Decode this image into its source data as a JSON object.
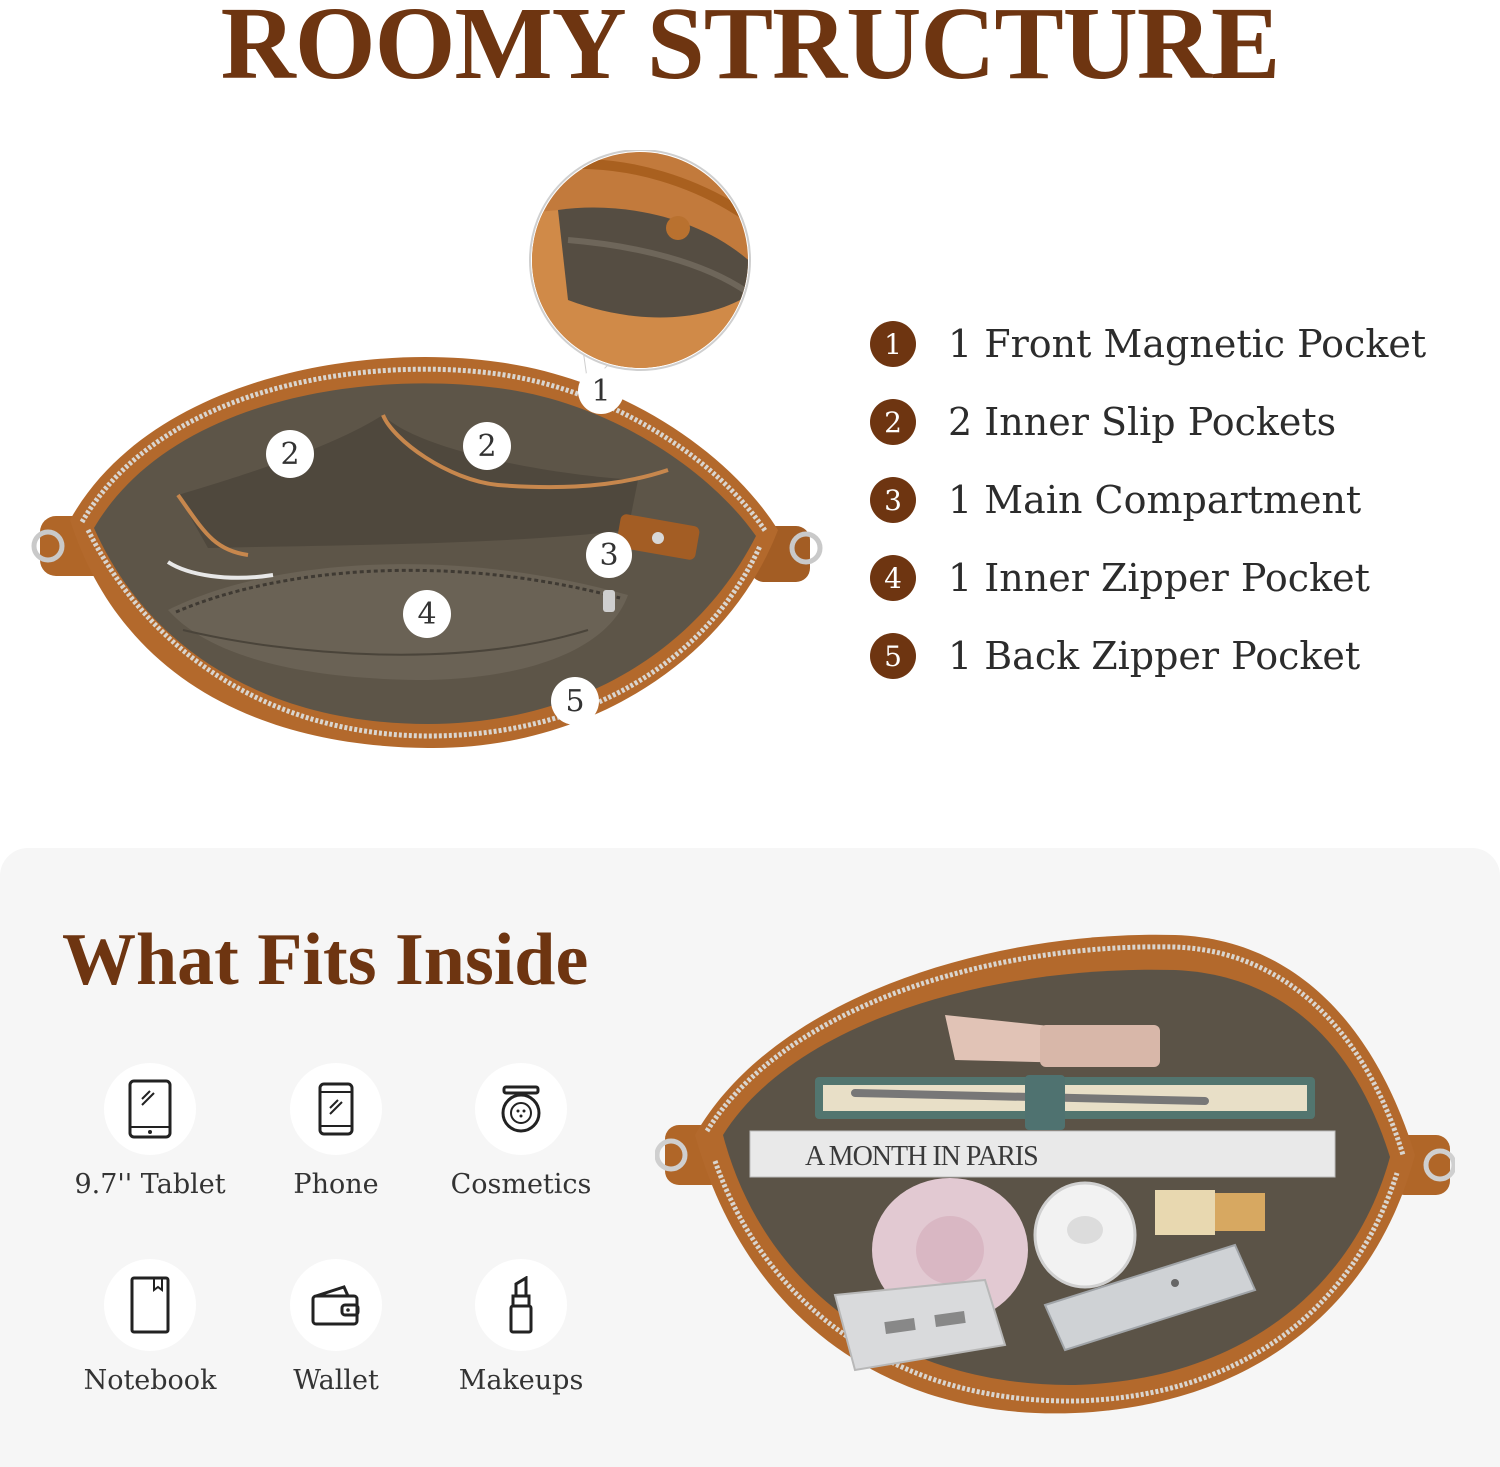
{
  "header": {
    "title": "ROOMY STRUCTURE"
  },
  "features": [
    {
      "num": "1",
      "label": "1 Front Magnetic Pocket"
    },
    {
      "num": "2",
      "label": "2 Inner Slip Pockets"
    },
    {
      "num": "3",
      "label": "1 Main Compartment"
    },
    {
      "num": "4",
      "label": "1 Inner Zipper Pocket"
    },
    {
      "num": "5",
      "label": "1 Back Zipper Pocket"
    }
  ],
  "callouts": [
    "1",
    "2",
    "2",
    "3",
    "4",
    "5"
  ],
  "book_title": "A MONTH IN PARIS",
  "fits": {
    "title": "What Fits Inside",
    "items": [
      {
        "label": "9.7'' Tablet",
        "icon": "tablet-icon"
      },
      {
        "label": "Phone",
        "icon": "phone-icon"
      },
      {
        "label": "Cosmetics",
        "icon": "compact-icon"
      },
      {
        "label": "Notebook",
        "icon": "notebook-icon"
      },
      {
        "label": "Wallet",
        "icon": "wallet-icon"
      },
      {
        "label": "Makeups",
        "icon": "lipstick-icon"
      }
    ]
  },
  "colors": {
    "brand": "#6e3511",
    "leather": "#b56b2e",
    "lining": "#5f574b",
    "panel": "#f6f6f6"
  }
}
